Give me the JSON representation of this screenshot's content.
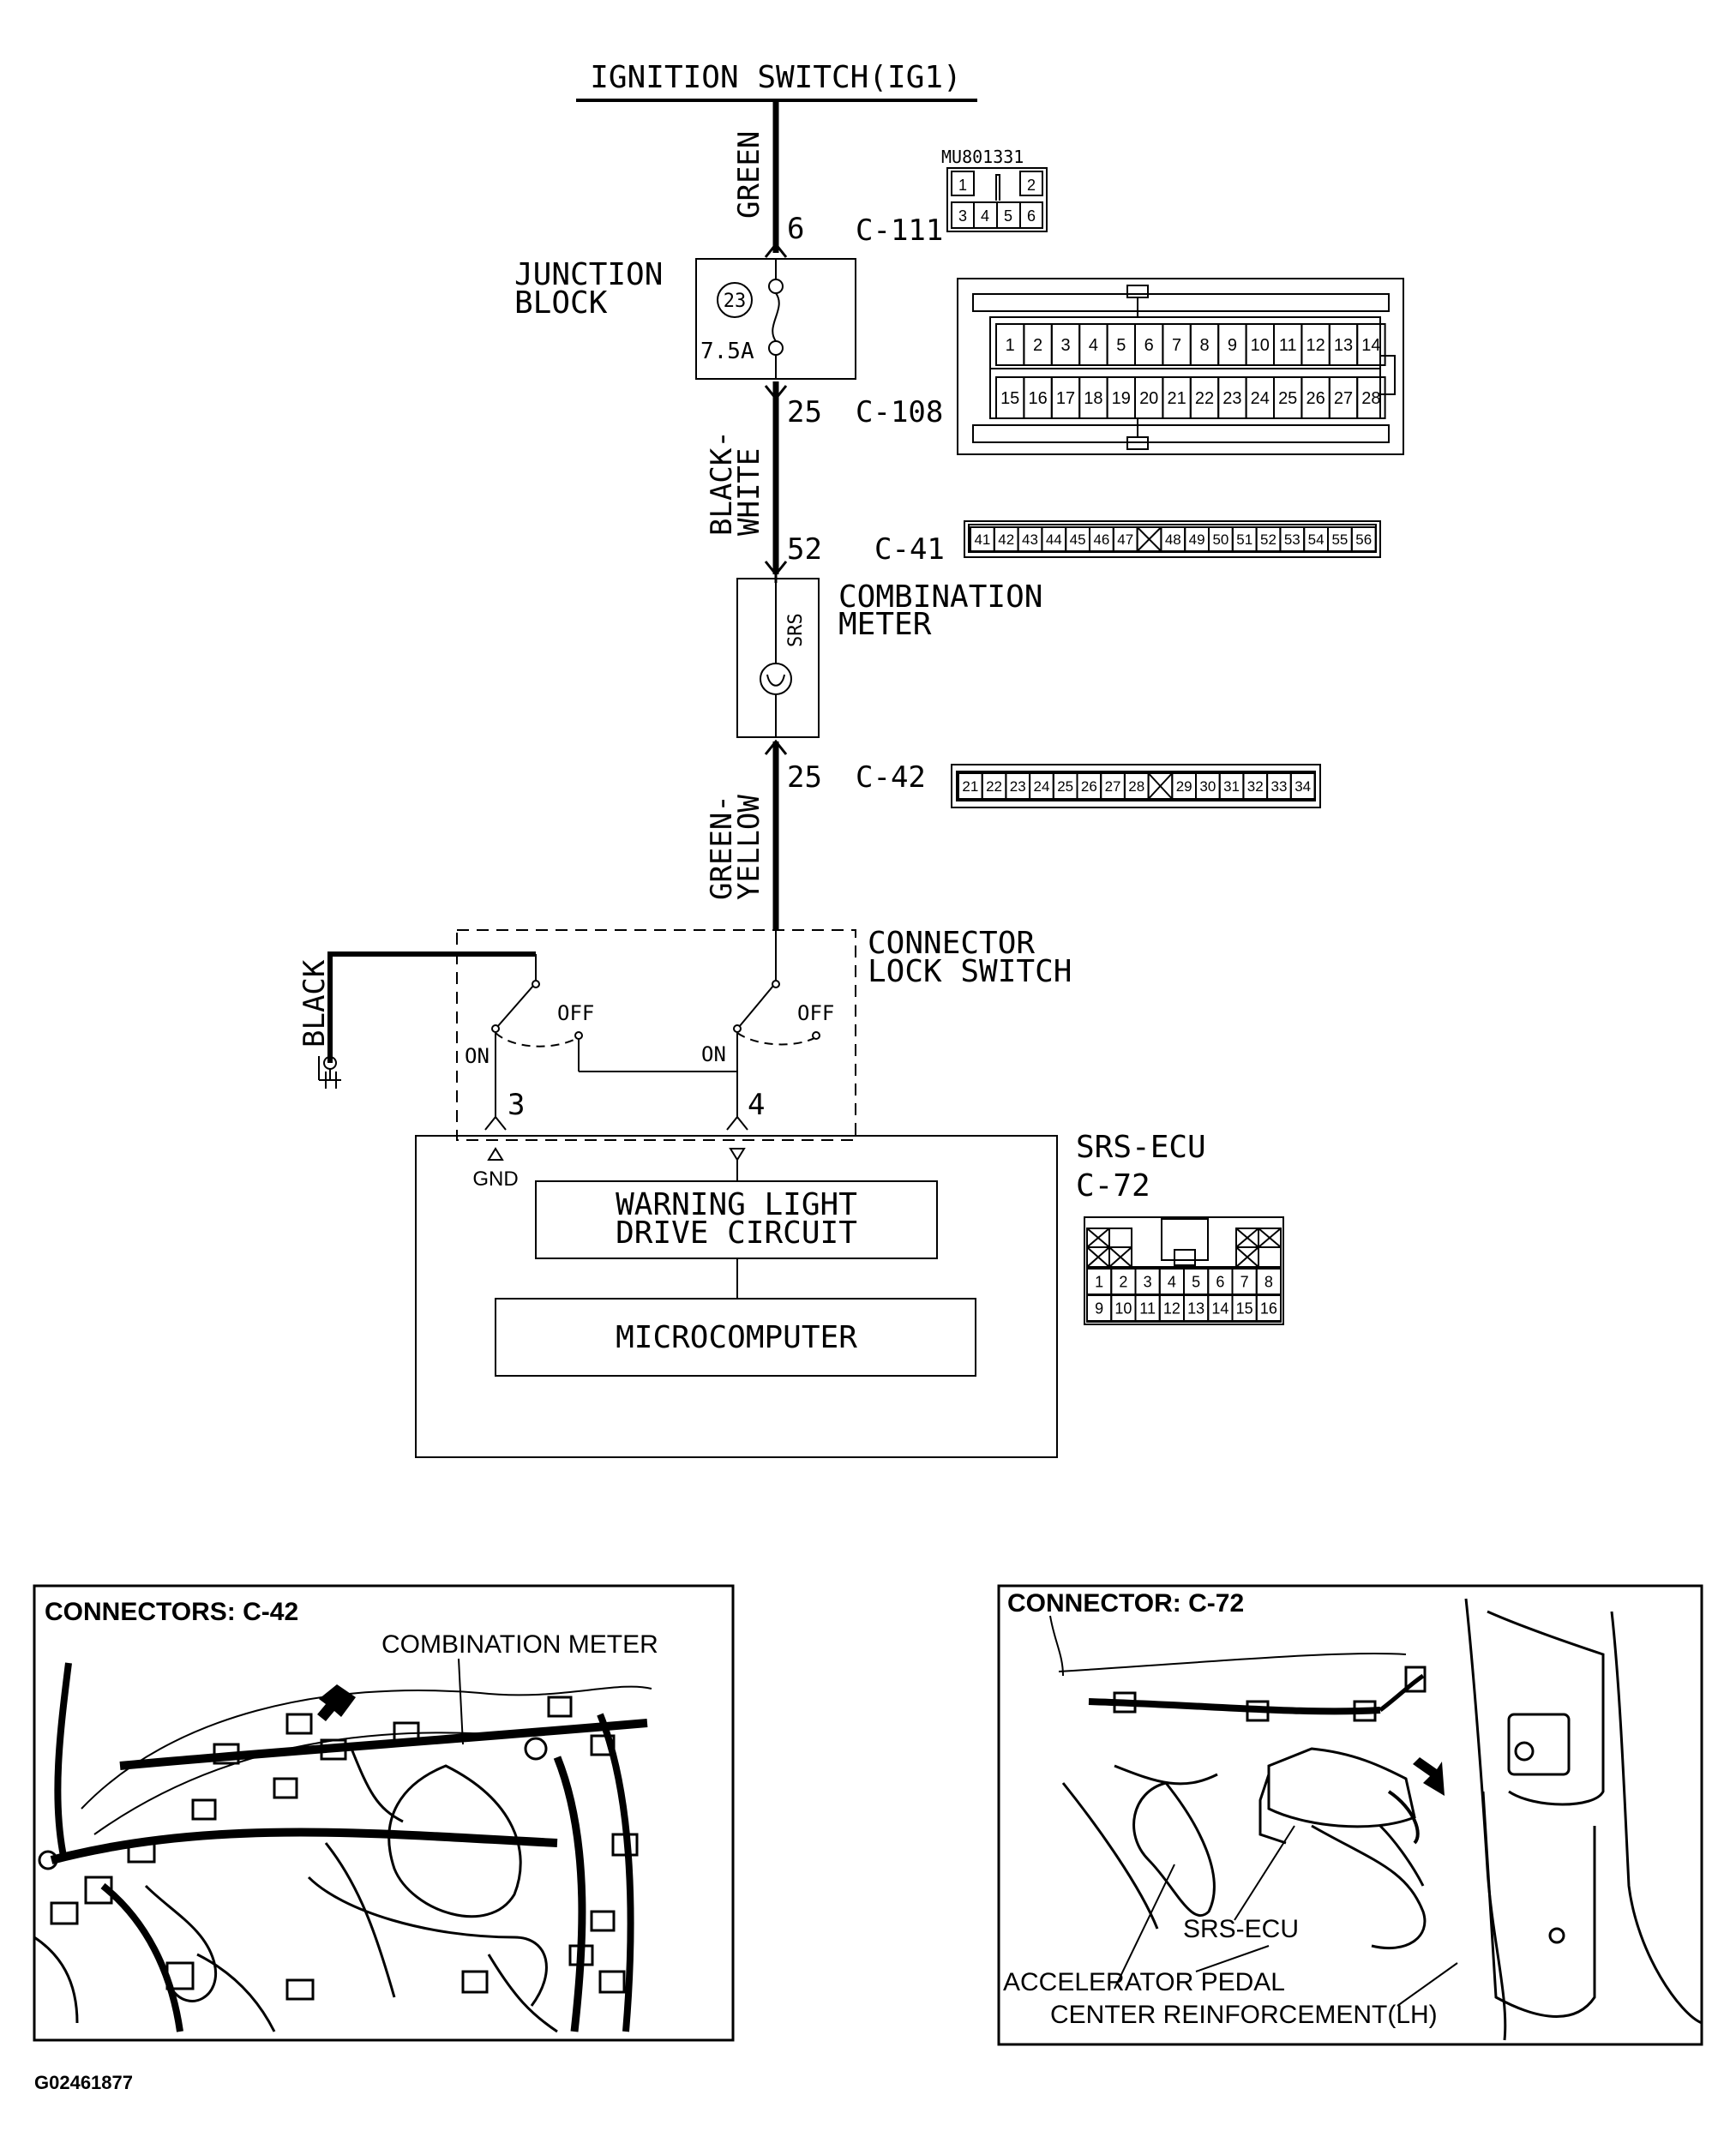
{
  "diagram": {
    "header": "IGNITION SWITCH(IG1)",
    "wires": {
      "green": "GREEN",
      "black_white_1": "BLACK-",
      "black_white_2": "WHITE",
      "green_yellow_1": "GREEN-",
      "green_yellow_2": "YELLOW",
      "black": "BLACK"
    },
    "junction_block": {
      "label_1": "JUNCTION",
      "label_2": "BLOCK",
      "fuse_number": "23",
      "fuse_rating": "7.5A"
    },
    "combination_meter": {
      "label_1": "COMBINATION",
      "label_2": "METER",
      "srs": "SRS"
    },
    "connector_lock_switch": {
      "label_1": "CONNECTOR",
      "label_2": "LOCK SWITCH",
      "on": "ON",
      "off": "OFF"
    },
    "srs_ecu": {
      "label": "SRS-ECU",
      "connector": "C-72",
      "gnd": "GND",
      "warning_1": "WARNING LIGHT",
      "warning_2": "DRIVE CIRCUIT",
      "micro": "MICROCOMPUTER"
    },
    "pins": {
      "c111": "6",
      "c108": "25",
      "c41": "52",
      "c42": "25",
      "lock3": "3",
      "lock4": "4"
    },
    "connectors": {
      "c111": {
        "id": "C-111",
        "part": "MU801331",
        "top": [
          "1",
          "2"
        ],
        "bottom": [
          "3",
          "4",
          "5",
          "6"
        ]
      },
      "c108": {
        "id": "C-108",
        "top": [
          "1",
          "2",
          "3",
          "4",
          "5",
          "6",
          "7",
          "8",
          "9",
          "10",
          "11",
          "12",
          "13",
          "14"
        ],
        "bottom": [
          "15",
          "16",
          "17",
          "18",
          "19",
          "20",
          "21",
          "22",
          "23",
          "24",
          "25",
          "26",
          "27",
          "28"
        ]
      },
      "c41": {
        "id": "C-41",
        "pins": [
          "41",
          "42",
          "43",
          "44",
          "45",
          "46",
          "47",
          "",
          "48",
          "49",
          "50",
          "51",
          "52",
          "53",
          "54",
          "55",
          "56"
        ]
      },
      "c42": {
        "id": "C-42",
        "pins": [
          "21",
          "22",
          "23",
          "24",
          "25",
          "26",
          "27",
          "28",
          "",
          "29",
          "30",
          "31",
          "32",
          "33",
          "34"
        ]
      },
      "c72": {
        "top": [
          "",
          "",
          "",
          "",
          "",
          "",
          ""
        ],
        "mid": [
          "1",
          "2",
          "3",
          "4",
          "5",
          "6",
          "7",
          "8"
        ],
        "bot": [
          "9",
          "10",
          "11",
          "12",
          "13",
          "14",
          "15",
          "16"
        ]
      }
    }
  },
  "panels": {
    "left": {
      "title": "CONNECTORS: C-42",
      "callout": "COMBINATION METER"
    },
    "right": {
      "title": "CONNECTOR: C-72",
      "callout_1": "SRS-ECU",
      "callout_2": "ACCELERATOR PEDAL",
      "callout_3": "CENTER REINFORCEMENT(LH)"
    }
  },
  "figure_id": "G02461877"
}
